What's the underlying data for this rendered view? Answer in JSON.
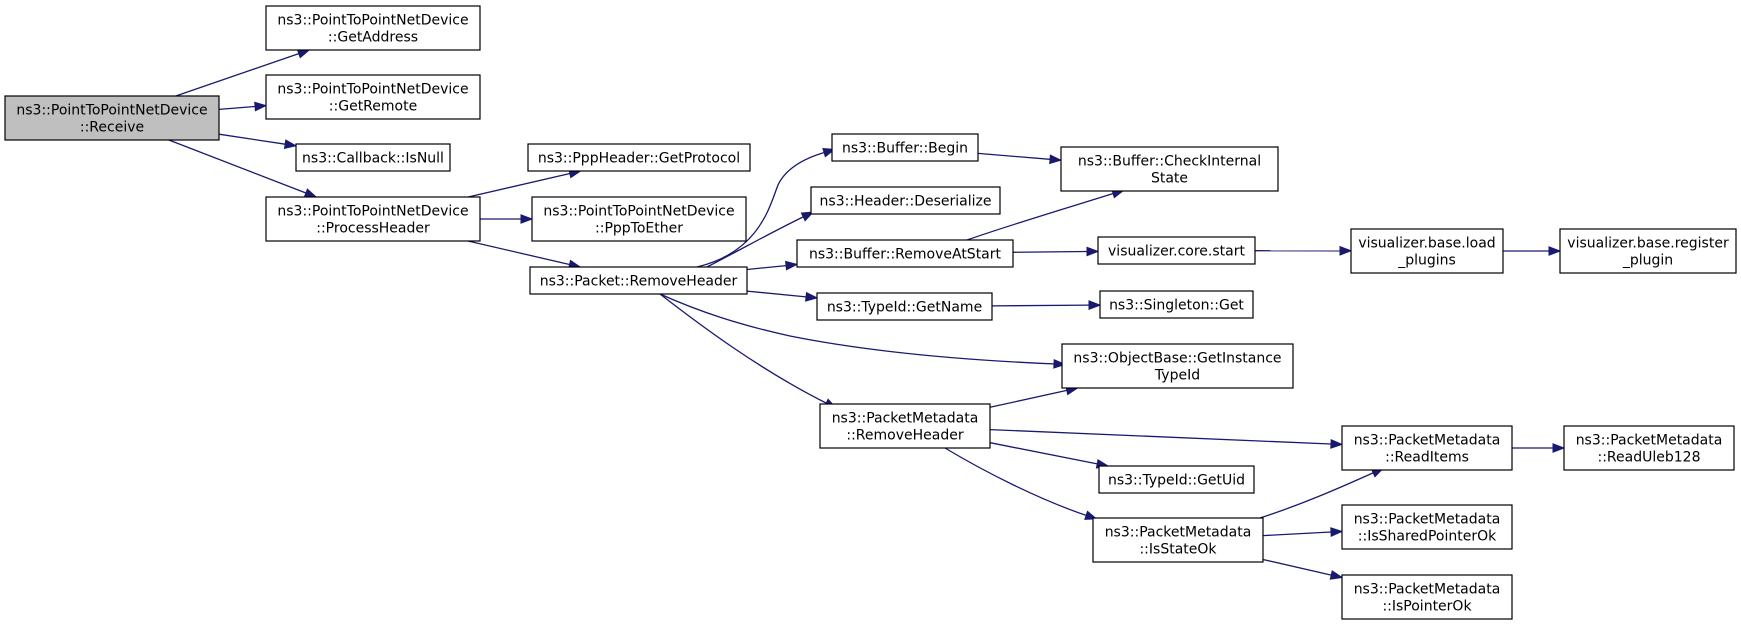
{
  "graph": {
    "nodes": [
      {
        "id": "receive",
        "lines": [
          "ns3::PointToPointNetDevice",
          "::Receive"
        ],
        "root": true
      },
      {
        "id": "getaddress",
        "lines": [
          "ns3::PointToPointNetDevice",
          "::GetAddress"
        ]
      },
      {
        "id": "getremote",
        "lines": [
          "ns3::PointToPointNetDevice",
          "::GetRemote"
        ]
      },
      {
        "id": "isnull",
        "lines": [
          "ns3::Callback::IsNull"
        ]
      },
      {
        "id": "processheader",
        "lines": [
          "ns3::PointToPointNetDevice",
          "::ProcessHeader"
        ]
      },
      {
        "id": "getprotocol",
        "lines": [
          "ns3::PppHeader::GetProtocol"
        ]
      },
      {
        "id": "ppptoether",
        "lines": [
          "ns3::PointToPointNetDevice",
          "::PppToEther"
        ]
      },
      {
        "id": "removeheader",
        "lines": [
          "ns3::Packet::RemoveHeader"
        ]
      },
      {
        "id": "begin",
        "lines": [
          "ns3::Buffer::Begin"
        ]
      },
      {
        "id": "deserialize",
        "lines": [
          "ns3::Header::Deserialize"
        ]
      },
      {
        "id": "removeatstart",
        "lines": [
          "ns3::Buffer::RemoveAtStart"
        ]
      },
      {
        "id": "getname",
        "lines": [
          "ns3::TypeId::GetName"
        ]
      },
      {
        "id": "checkinternal",
        "lines": [
          "ns3::Buffer::CheckInternal",
          "State"
        ]
      },
      {
        "id": "vstart",
        "lines": [
          "visualizer.core.start"
        ]
      },
      {
        "id": "loadplugins",
        "lines": [
          "visualizer.base.load",
          "_plugins"
        ]
      },
      {
        "id": "registerplugin",
        "lines": [
          "visualizer.base.register",
          "_plugin"
        ]
      },
      {
        "id": "singletonget",
        "lines": [
          "ns3::Singleton::Get"
        ]
      },
      {
        "id": "getinstancetypeid",
        "lines": [
          "ns3::ObjectBase::GetInstance",
          "TypeId"
        ]
      },
      {
        "id": "pmremoveheader",
        "lines": [
          "ns3::PacketMetadata",
          "::RemoveHeader"
        ]
      },
      {
        "id": "readitems",
        "lines": [
          "ns3::PacketMetadata",
          "::ReadItems"
        ]
      },
      {
        "id": "readuleb",
        "lines": [
          "ns3::PacketMetadata",
          "::ReadUleb128"
        ]
      },
      {
        "id": "getuid",
        "lines": [
          "ns3::TypeId::GetUid"
        ]
      },
      {
        "id": "isstateok",
        "lines": [
          "ns3::PacketMetadata",
          "::IsStateOk"
        ]
      },
      {
        "id": "issharedpointerok",
        "lines": [
          "ns3::PacketMetadata",
          "::IsSharedPointerOk"
        ]
      },
      {
        "id": "ispointerok",
        "lines": [
          "ns3::PacketMetadata",
          "::IsPointerOk"
        ]
      }
    ],
    "edges": [
      [
        "receive",
        "getaddress"
      ],
      [
        "receive",
        "getremote"
      ],
      [
        "receive",
        "isnull"
      ],
      [
        "receive",
        "processheader"
      ],
      [
        "processheader",
        "getprotocol"
      ],
      [
        "processheader",
        "ppptoether"
      ],
      [
        "processheader",
        "removeheader"
      ],
      [
        "removeheader",
        "begin"
      ],
      [
        "removeheader",
        "deserialize"
      ],
      [
        "removeheader",
        "removeatstart"
      ],
      [
        "removeheader",
        "getname"
      ],
      [
        "removeheader",
        "getinstancetypeid"
      ],
      [
        "removeheader",
        "pmremoveheader"
      ],
      [
        "begin",
        "checkinternal"
      ],
      [
        "removeatstart",
        "checkinternal"
      ],
      [
        "removeatstart",
        "vstart"
      ],
      [
        "vstart",
        "loadplugins"
      ],
      [
        "loadplugins",
        "registerplugin"
      ],
      [
        "getname",
        "singletonget"
      ],
      [
        "pmremoveheader",
        "getinstancetypeid"
      ],
      [
        "pmremoveheader",
        "readitems"
      ],
      [
        "pmremoveheader",
        "getuid"
      ],
      [
        "pmremoveheader",
        "isstateok"
      ],
      [
        "readitems",
        "readuleb"
      ],
      [
        "isstateok",
        "readitems"
      ],
      [
        "isstateok",
        "issharedpointerok"
      ],
      [
        "isstateok",
        "ispointerok"
      ]
    ]
  }
}
